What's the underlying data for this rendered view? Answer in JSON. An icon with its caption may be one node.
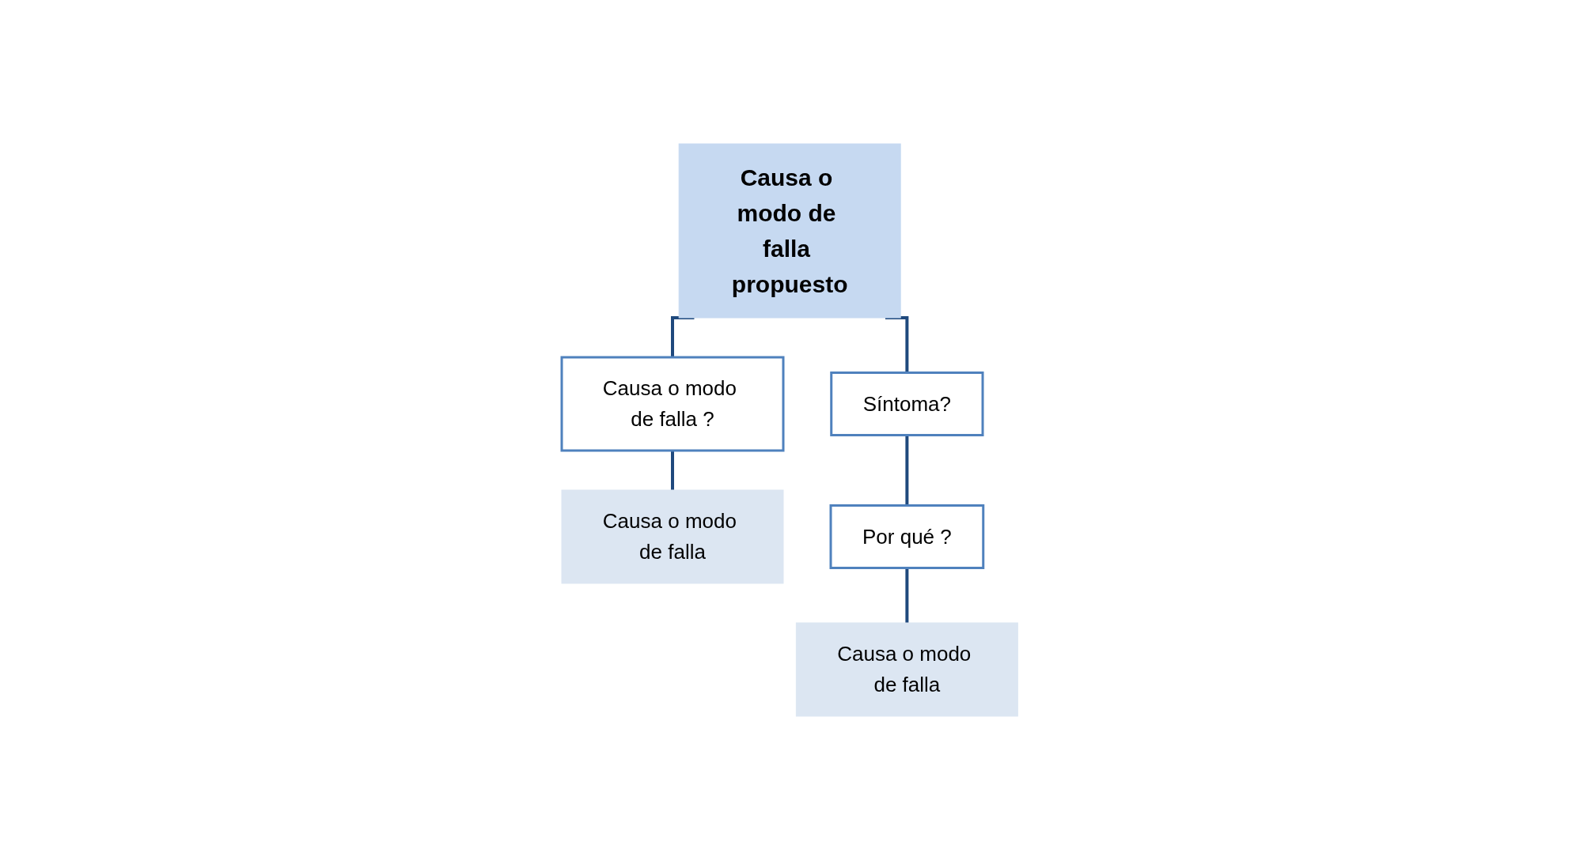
{
  "diagram": {
    "nodes": [
      {
        "text": [
          "Causa o modo de falla propuesto"
        ]
      },
      {
        "text": [
          "Causa o modo de falla ?"
        ]
      },
      {
        "text": [
          "Síntoma?"
        ]
      },
      {
        "text": [
          "Causa o modo de falla"
        ]
      },
      {
        "text": [
          "Por qué ?"
        ]
      },
      {
        "text": [
          "Causa o modo de falla"
        ]
      }
    ],
    "edges": [
      {
        "from": 0,
        "to": 1,
        "arrow": "none"
      },
      {
        "from": 0,
        "to": 2,
        "arrow": "none"
      },
      {
        "from": 1,
        "to": 3,
        "arrow": "none"
      },
      {
        "from": 2,
        "to": 4,
        "arrow": "none"
      },
      {
        "from": 4,
        "to": 5,
        "arrow": "none"
      }
    ]
  }
}
